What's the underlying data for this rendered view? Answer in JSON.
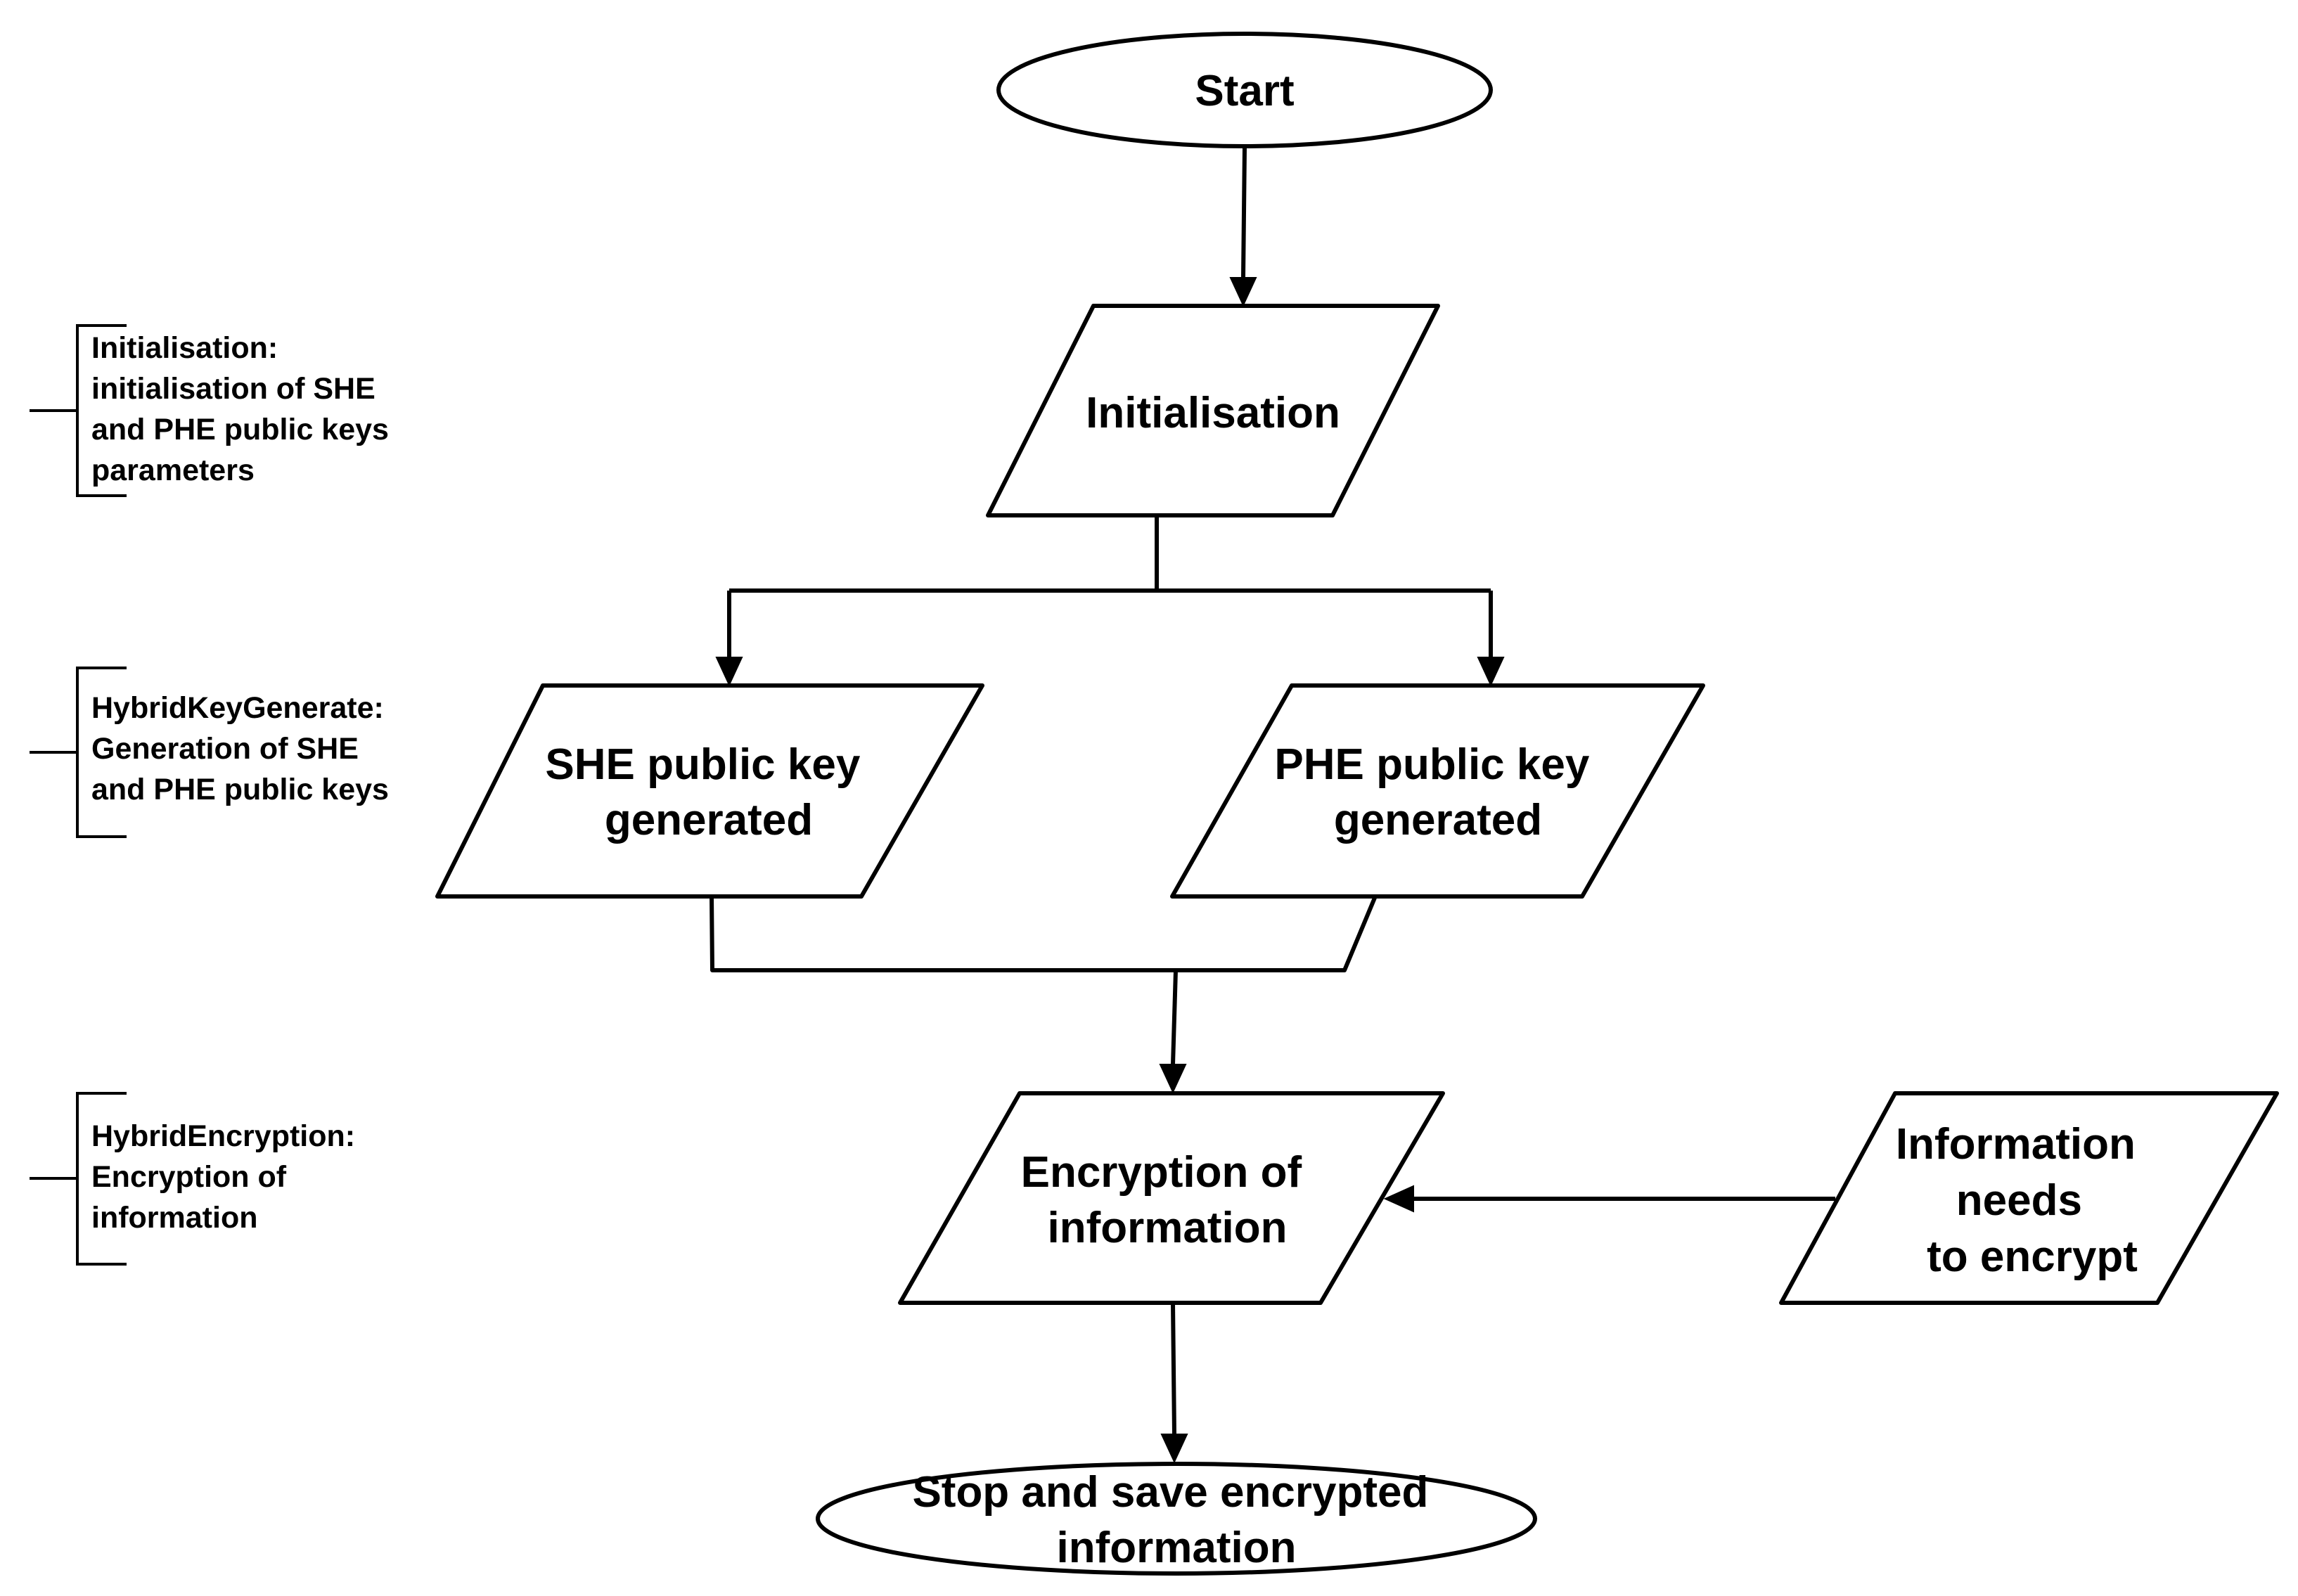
{
  "diagram": {
    "nodes": {
      "start": {
        "lines": [
          "Start"
        ]
      },
      "init": {
        "lines": [
          "Initialisation"
        ]
      },
      "she": {
        "lines": [
          "SHE public key",
          "generated"
        ]
      },
      "phe": {
        "lines": [
          "PHE public key",
          "generated"
        ]
      },
      "encrypt": {
        "lines": [
          "Encryption of",
          "information"
        ]
      },
      "info": {
        "lines": [
          "Information",
          "needs",
          "to encrypt"
        ]
      },
      "stop": {
        "lines": [
          "Stop and save encrypted",
          "information"
        ]
      }
    },
    "annotations": {
      "init": {
        "lines": [
          "Initialisation:",
          "initialisation of SHE",
          "and PHE public keys",
          "parameters"
        ]
      },
      "keygen": {
        "lines": [
          "HybridKeyGenerate:",
          "Generation of SHE",
          "and PHE public keys"
        ]
      },
      "enc": {
        "lines": [
          "HybridEncryption:",
          "Encryption of",
          "information"
        ]
      }
    }
  }
}
